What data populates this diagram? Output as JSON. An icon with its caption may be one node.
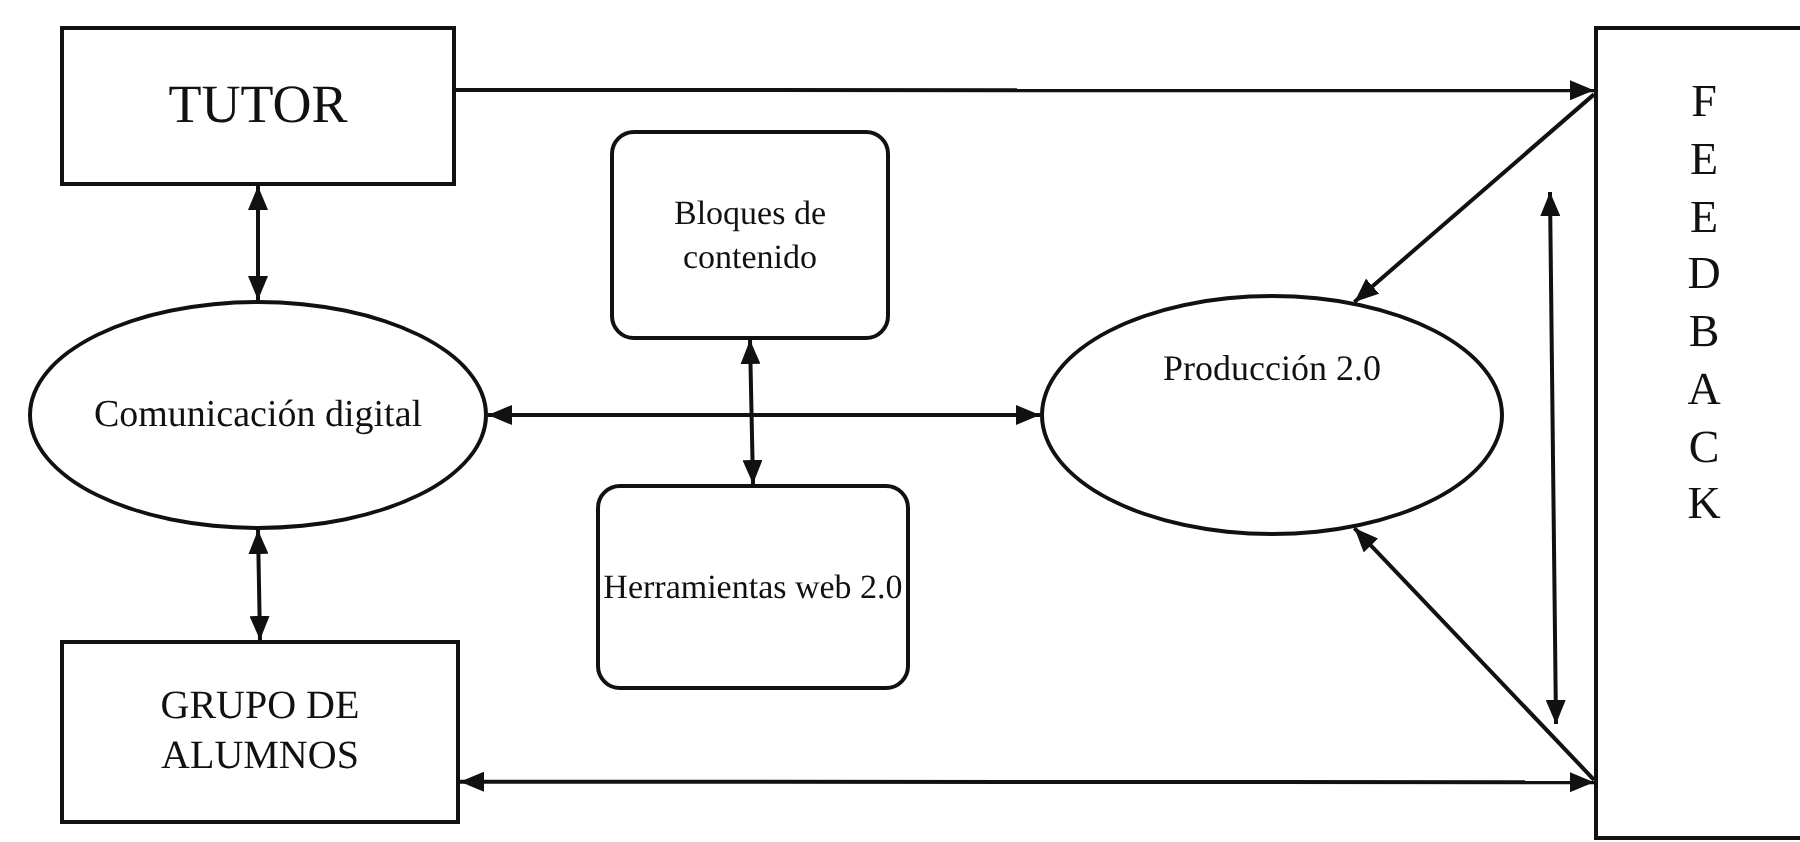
{
  "diagram": {
    "nodes": [
      {
        "text": [
          "TUTOR"
        ]
      },
      {
        "text": [
          "FEEDBACK"
        ]
      },
      {
        "text": [
          "Bloques de contenido"
        ]
      },
      {
        "text": [
          "Comunicación digital"
        ]
      },
      {
        "text": [
          "Producción 2.0"
        ]
      },
      {
        "text": [
          "Herramientas web 2.0"
        ]
      },
      {
        "text": [
          "GRUPO DE ALUMNOS"
        ]
      }
    ],
    "edges": [
      {
        "from": 0,
        "to": 1,
        "arrow": "to"
      },
      {
        "from": 0,
        "to": 3,
        "arrow": "both"
      },
      {
        "from": 3,
        "to": 6,
        "arrow": "both"
      },
      {
        "from": 3,
        "to": 4,
        "arrow": "both"
      },
      {
        "from": 2,
        "to": 5,
        "arrow": "both"
      },
      {
        "from": 1,
        "to": 4,
        "arrow": "to"
      },
      {
        "from": 1,
        "to": 4,
        "arrow": "to"
      },
      {
        "from": 6,
        "to": 1,
        "arrow": "both"
      }
    ]
  }
}
